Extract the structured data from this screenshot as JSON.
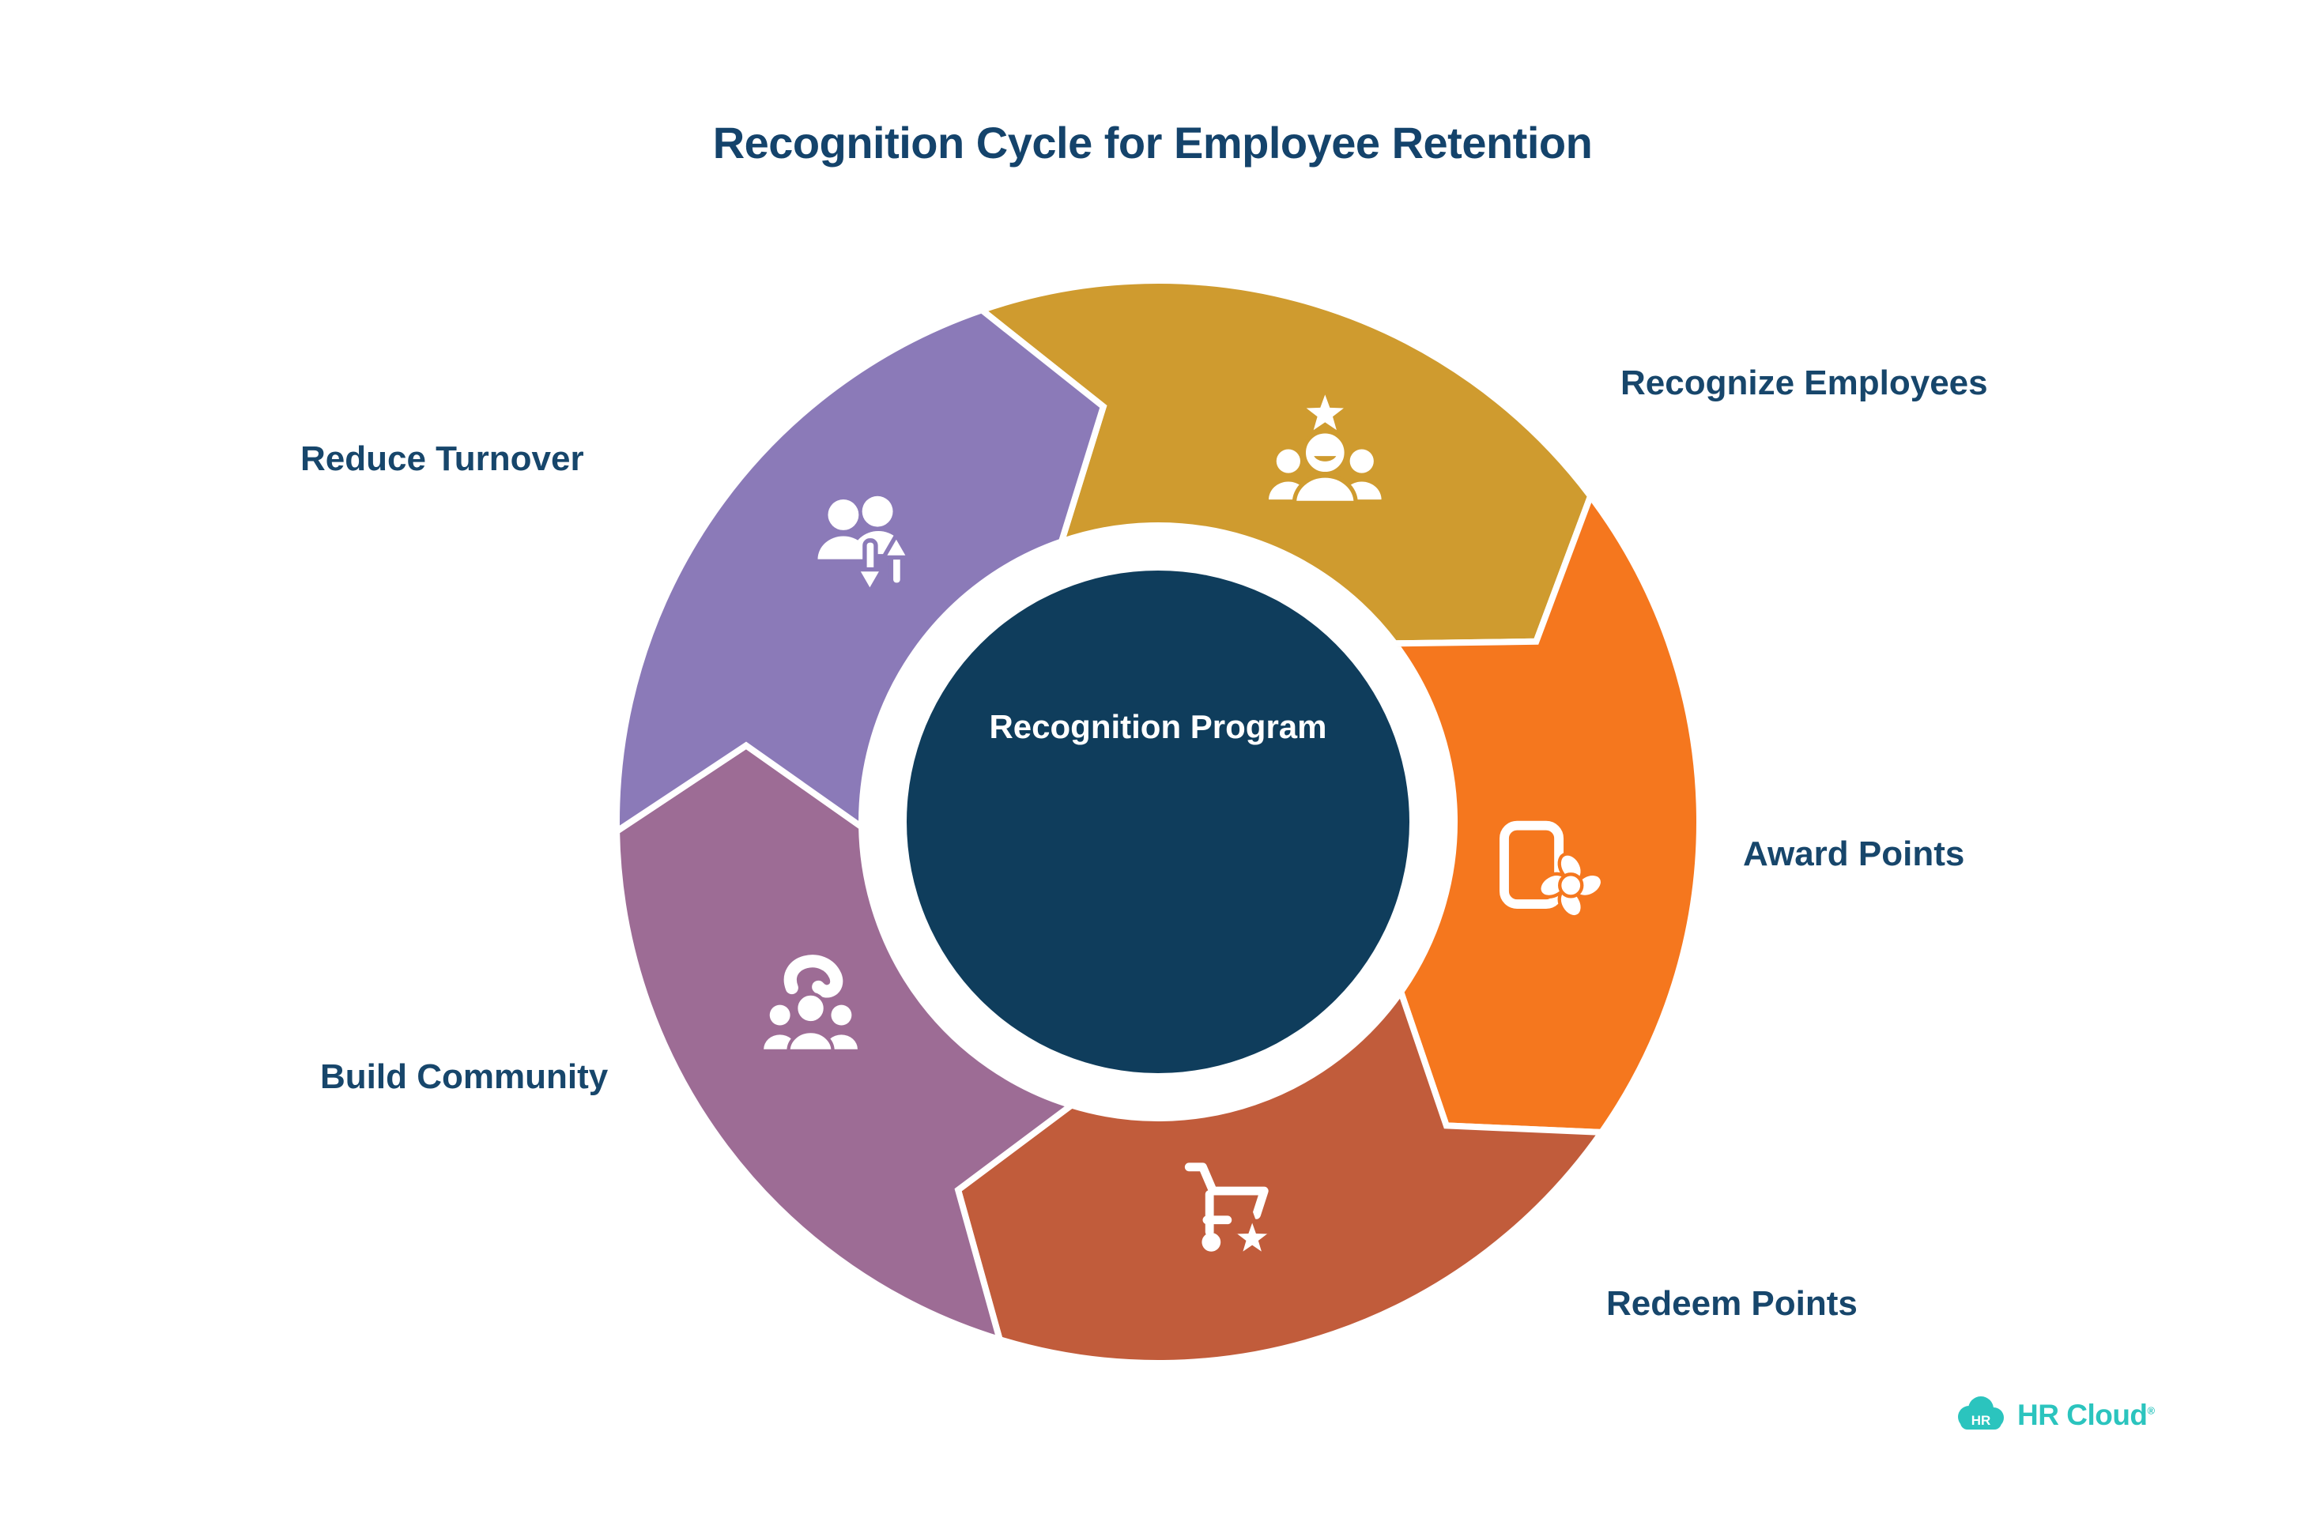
{
  "title": "Recognition Cycle for Employee Retention",
  "chart_data": {
    "type": "cycle-diagram",
    "title": "Recognition Cycle for Employee Retention",
    "center_label": "Recognition Program",
    "direction": "clockwise",
    "segment_count": 5,
    "segments": [
      {
        "label": "Recognize Employees",
        "color": "#CF9B2F",
        "icon": "people-star-icon",
        "label_position": "top-right"
      },
      {
        "label": "Award Points",
        "color": "#F5771E",
        "icon": "card-ribbon-icon",
        "label_position": "right"
      },
      {
        "label": "Redeem Points",
        "color": "#C15C3B",
        "icon": "cart-star-icon",
        "label_position": "bottom-right"
      },
      {
        "label": "Build Community",
        "color": "#9D6C95",
        "icon": "hand-community-icon",
        "label_position": "bottom-left"
      },
      {
        "label": "Reduce Turnover",
        "color": "#8B7AB8",
        "icon": "people-arrows-icon",
        "label_position": "top-left"
      }
    ],
    "center_color": "#0F3D5C",
    "ring_separator_color": "#FFFFFF"
  },
  "labels": {
    "recognize": "Recognize Employees",
    "award": "Award Points",
    "redeem": "Redeem Points",
    "build": "Build Community",
    "reduce": "Reduce Turnover"
  },
  "center": {
    "text": "Recognition Program"
  },
  "logo": {
    "badge": "HR",
    "name": "HR Cloud",
    "trademark": "®",
    "color": "#2BC4BE"
  },
  "colors": {
    "title_text": "#14436B",
    "label_text": "#17466B",
    "center_circle": "#0F3D5C",
    "background": "#FFFFFF"
  }
}
